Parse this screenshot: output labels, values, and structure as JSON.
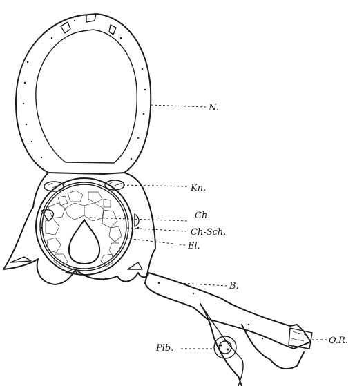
{
  "labels": {
    "n": "N.",
    "kn": "Kn.",
    "ch": "Ch.",
    "ch_sch": "Ch-Sch.",
    "el": "El.",
    "b": "B.",
    "plb": "Plb.",
    "or": "O.R."
  }
}
